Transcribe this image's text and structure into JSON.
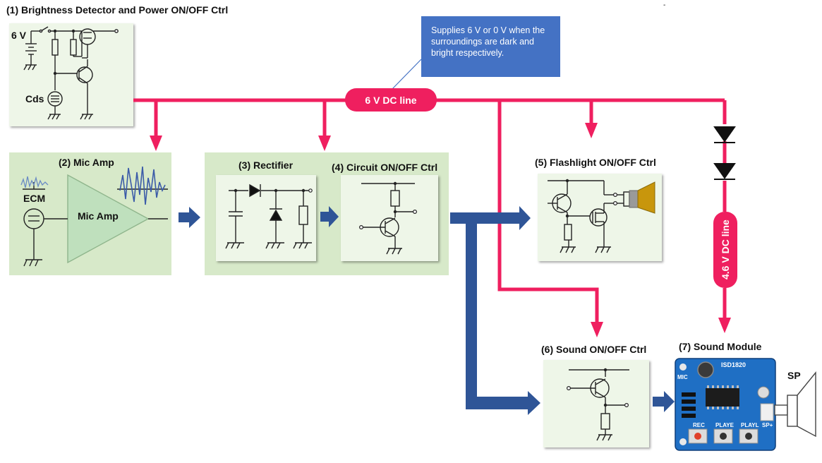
{
  "titles": {
    "b1": "(1) Brightness Detector and Power ON/OFF Ctrl",
    "b2": "(2) Mic Amp",
    "b3": "(3) Rectifier",
    "b4": "(4) Circuit ON/OFF Ctrl",
    "b5": "(5) Flashlight ON/OFF Ctrl",
    "b6": "(6) Sound ON/OFF Ctrl",
    "b7": "(7) Sound Module"
  },
  "labels": {
    "six_v": "6 V",
    "cds": "Cds",
    "ecm": "ECM",
    "mic_amp": "Mic Amp",
    "sp": "SP",
    "chip": "ISD1820",
    "mic": "MIC",
    "rec": "REC",
    "playe": "PLAYE",
    "playl": "PLAYL",
    "spk": "SP+",
    "dot": "-"
  },
  "lines": {
    "six_v_line": "6 V DC line",
    "four_six_v_line": "4.6 V DC line"
  },
  "callout": {
    "text": "Supplies 6 V or 0 V when the surroundings are dark and bright respectively."
  },
  "colors": {
    "power_line": "#ef1f5f",
    "signal_arrow": "#2f5597",
    "callout_bg": "#4472c4",
    "outer_panel": "#d7e9c9",
    "inner_panel": "#eef6e8",
    "speaker": "#c8960c"
  }
}
